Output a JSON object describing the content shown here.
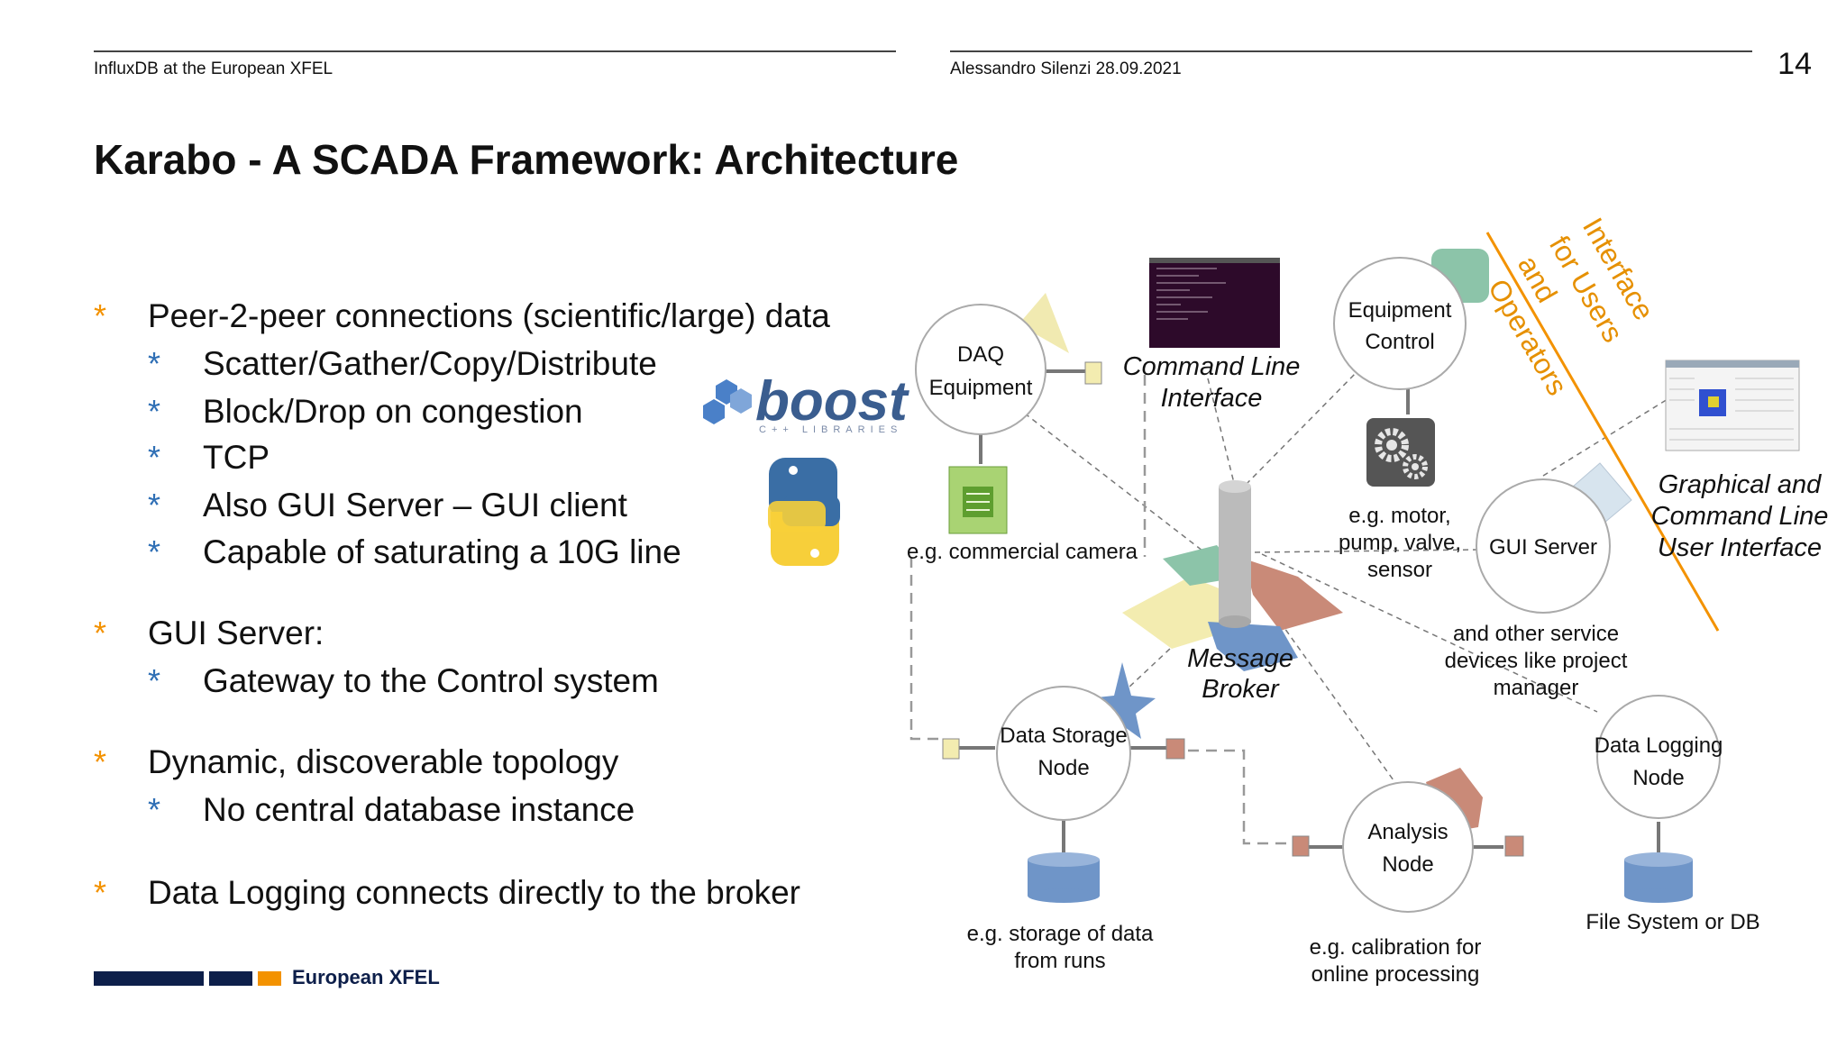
{
  "header": {
    "left": "InfluxDB at the European XFEL",
    "center": "Alessandro Silenzi 28.09.2021",
    "page_number": "14"
  },
  "title": "Karabo - A SCADA Framework: Architecture",
  "bullets": [
    {
      "level": 1,
      "text": "Peer-2-peer connections (scientific/large) data"
    },
    {
      "level": 2,
      "text": "Scatter/Gather/Copy/Distribute"
    },
    {
      "level": 2,
      "text": "Block/Drop on congestion"
    },
    {
      "level": 2,
      "text": "TCP"
    },
    {
      "level": 2,
      "text": "Also GUI Server – GUI client"
    },
    {
      "level": 2,
      "text": "Capable of saturating a 10G line"
    },
    {
      "level": 1,
      "text": "GUI Server:"
    },
    {
      "level": 2,
      "text": "Gateway to the Control system"
    },
    {
      "level": 1,
      "text": "Dynamic, discoverable topology"
    },
    {
      "level": 2,
      "text": "No central database instance"
    },
    {
      "level": 1,
      "text": "Data Logging connects directly to the broker"
    }
  ],
  "bullet_marker": "*",
  "logos": {
    "boost": "boost",
    "boost_sub": "C++ LIBRARIES",
    "footer_brand": "European XFEL"
  },
  "diagram": {
    "daq_line1": "DAQ",
    "daq_line2": "Equipment",
    "cli_line1": "Command Line",
    "cli_line2": "Interface",
    "equip_line1": "Equipment",
    "equip_line2": "Control",
    "camera_note": "e.g. commercial camera",
    "motor_line1": "e.g. motor,",
    "motor_line2": "pump, valve,",
    "motor_line3": "sensor",
    "gui_server": "GUI Server",
    "gfx_line1": "Graphical  and",
    "gfx_line2": "Command Line",
    "gfx_line3": "User Interface",
    "interface_line1": "Interface",
    "interface_line2": "for Users",
    "interface_line3": "and",
    "interface_line4": "Operators",
    "broker_line1": "Message",
    "broker_line2": "Broker",
    "other_line1": "and other service",
    "other_line2": "devices like project",
    "other_line3": "manager",
    "storage_line1": "Data Storage",
    "storage_line2": "Node",
    "logging_line1": "Data Logging",
    "logging_line2": "Node",
    "analysis_line1": "Analysis",
    "analysis_line2": "Node",
    "storage_note1": "e.g. storage of data",
    "storage_note2": "from runs",
    "calib_note1": "e.g. calibration for",
    "calib_note2": "online processing",
    "fs_note": "File System or DB"
  },
  "colors": {
    "accent_orange": "#f39200",
    "bullet_blue": "#2f6fb5",
    "brand_navy": "#0d1f4a",
    "interface_orange": "#e69000"
  }
}
